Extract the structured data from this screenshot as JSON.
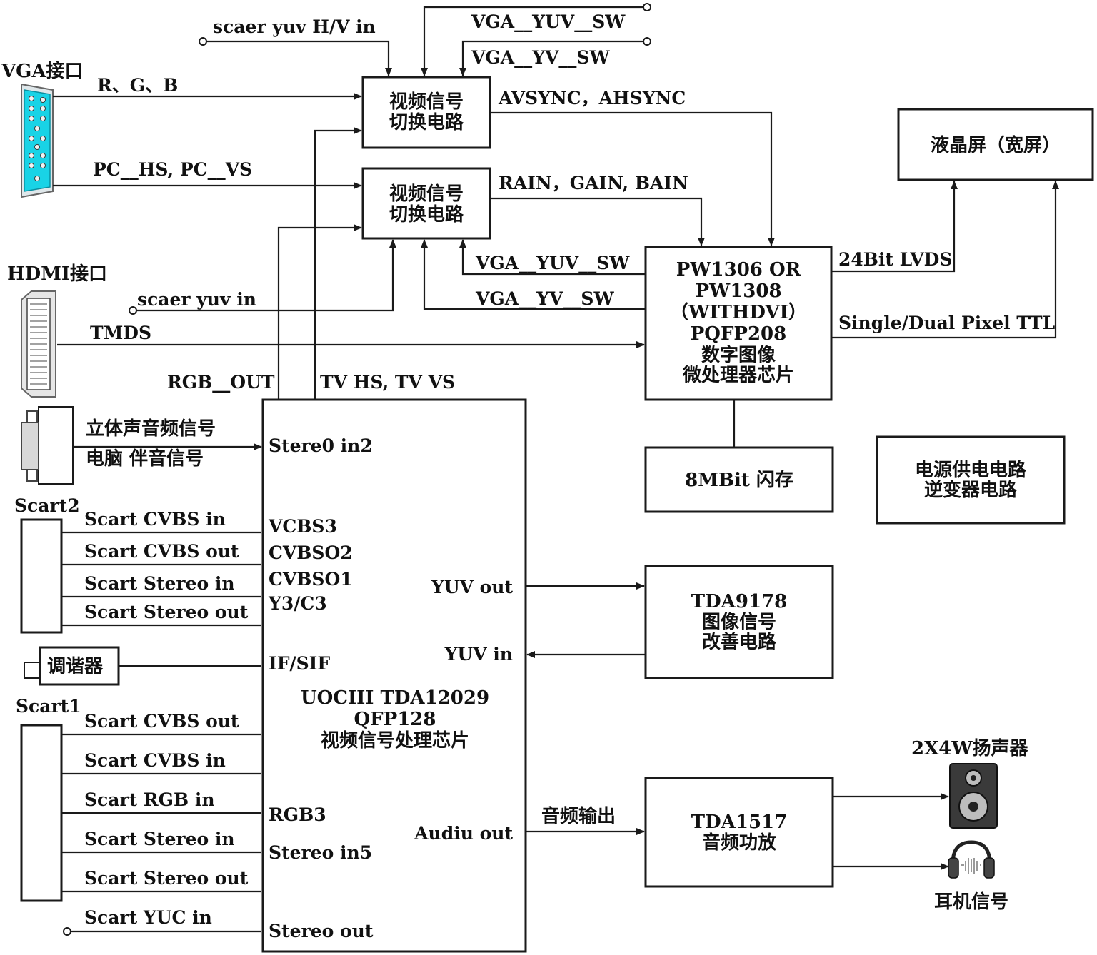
{
  "connectors": {
    "vga": "VGA接口",
    "hdmi": "HDMI接口",
    "scart2": "Scart2",
    "scart1": "Scart1",
    "tuner": "调谐器"
  },
  "blocks": {
    "switch1": [
      "视频信号",
      "切换电路"
    ],
    "switch2": [
      "视频信号",
      "切换电路"
    ],
    "pw_chip": [
      "PW1306 OR",
      "PW1308",
      "（WITHDVI）",
      "PQFP208",
      "数字图像",
      "微处理器芯片"
    ],
    "lcd": "液晶屏（宽屏）",
    "flash": "8MBit 闪存",
    "power": [
      "电源供电电路",
      "逆变器电路"
    ],
    "uoc_chip": [
      "UOCIII TDA12029",
      "QFP128",
      "视频信号处理芯片"
    ],
    "tda9178": [
      "TDA9178",
      "图像信号",
      "改善电路"
    ],
    "tda1517": [
      "TDA1517",
      "音频功放"
    ]
  },
  "signals": {
    "scaler_hv": "scaer yuv H/V in",
    "vga_yuv_sw_top": "VGA__YUV__SW",
    "vga_yv_sw_top": "VGA__YV__SW",
    "rgb": "R、G、B",
    "pc_hsvs": "PC__HS, PC__VS",
    "avsync": "AVSYNC，AHSYNC",
    "rain": "RAIN，GAIN, BAIN",
    "vga_yuv_sw_mid": "VGA__YUV__SW",
    "vga_yv_sw_mid": "VGA__YV__SW",
    "lvds": "24Bit LVDS",
    "ttl": "Single/Dual Pixel TTL",
    "scaler_yuv": "scaer yuv in",
    "tmds": "TMDS",
    "rgb_out": "RGB__OUT",
    "tv_hsvs": "TV HS, TV VS",
    "stereo_audio": "立体声音频信号",
    "pc_audio": "电脑 伴音信号",
    "s2_cvbs_in": "Scart CVBS in",
    "s2_cvbs_out": "Scart CVBS out",
    "s2_stereo_in": "Scart Stereo in",
    "s2_stereo_out": "Scart Stereo out",
    "s1_cvbs_out": "Scart CVBS out",
    "s1_cvbs_in": "Scart CVBS in",
    "s1_rgb_in": "Scart RGB in",
    "s1_stereo_in": "Scart Stereo in",
    "s1_stereo_out": "Scart Stereo out",
    "s1_yuc_in": "Scart YUC in",
    "audio_out_cn": "音频输出"
  },
  "pins": {
    "stereo0_in2": "Stere0 in2",
    "vcbs3": "VCBS3",
    "cvbso2": "CVBSO2",
    "cvbso1": "CVBSO1",
    "y3c3": "Y3/C3",
    "if_sif": "IF/SIF",
    "rgb3": "RGB3",
    "stereo_in5": "Stereo in5",
    "stereo_out": "Stereo out",
    "yuv_out": "YUV out",
    "yuv_in": "YUV in",
    "audio_out": "Audiu out"
  },
  "outputs": {
    "speaker": "2X4W扬声器",
    "headphone": "耳机信号"
  }
}
